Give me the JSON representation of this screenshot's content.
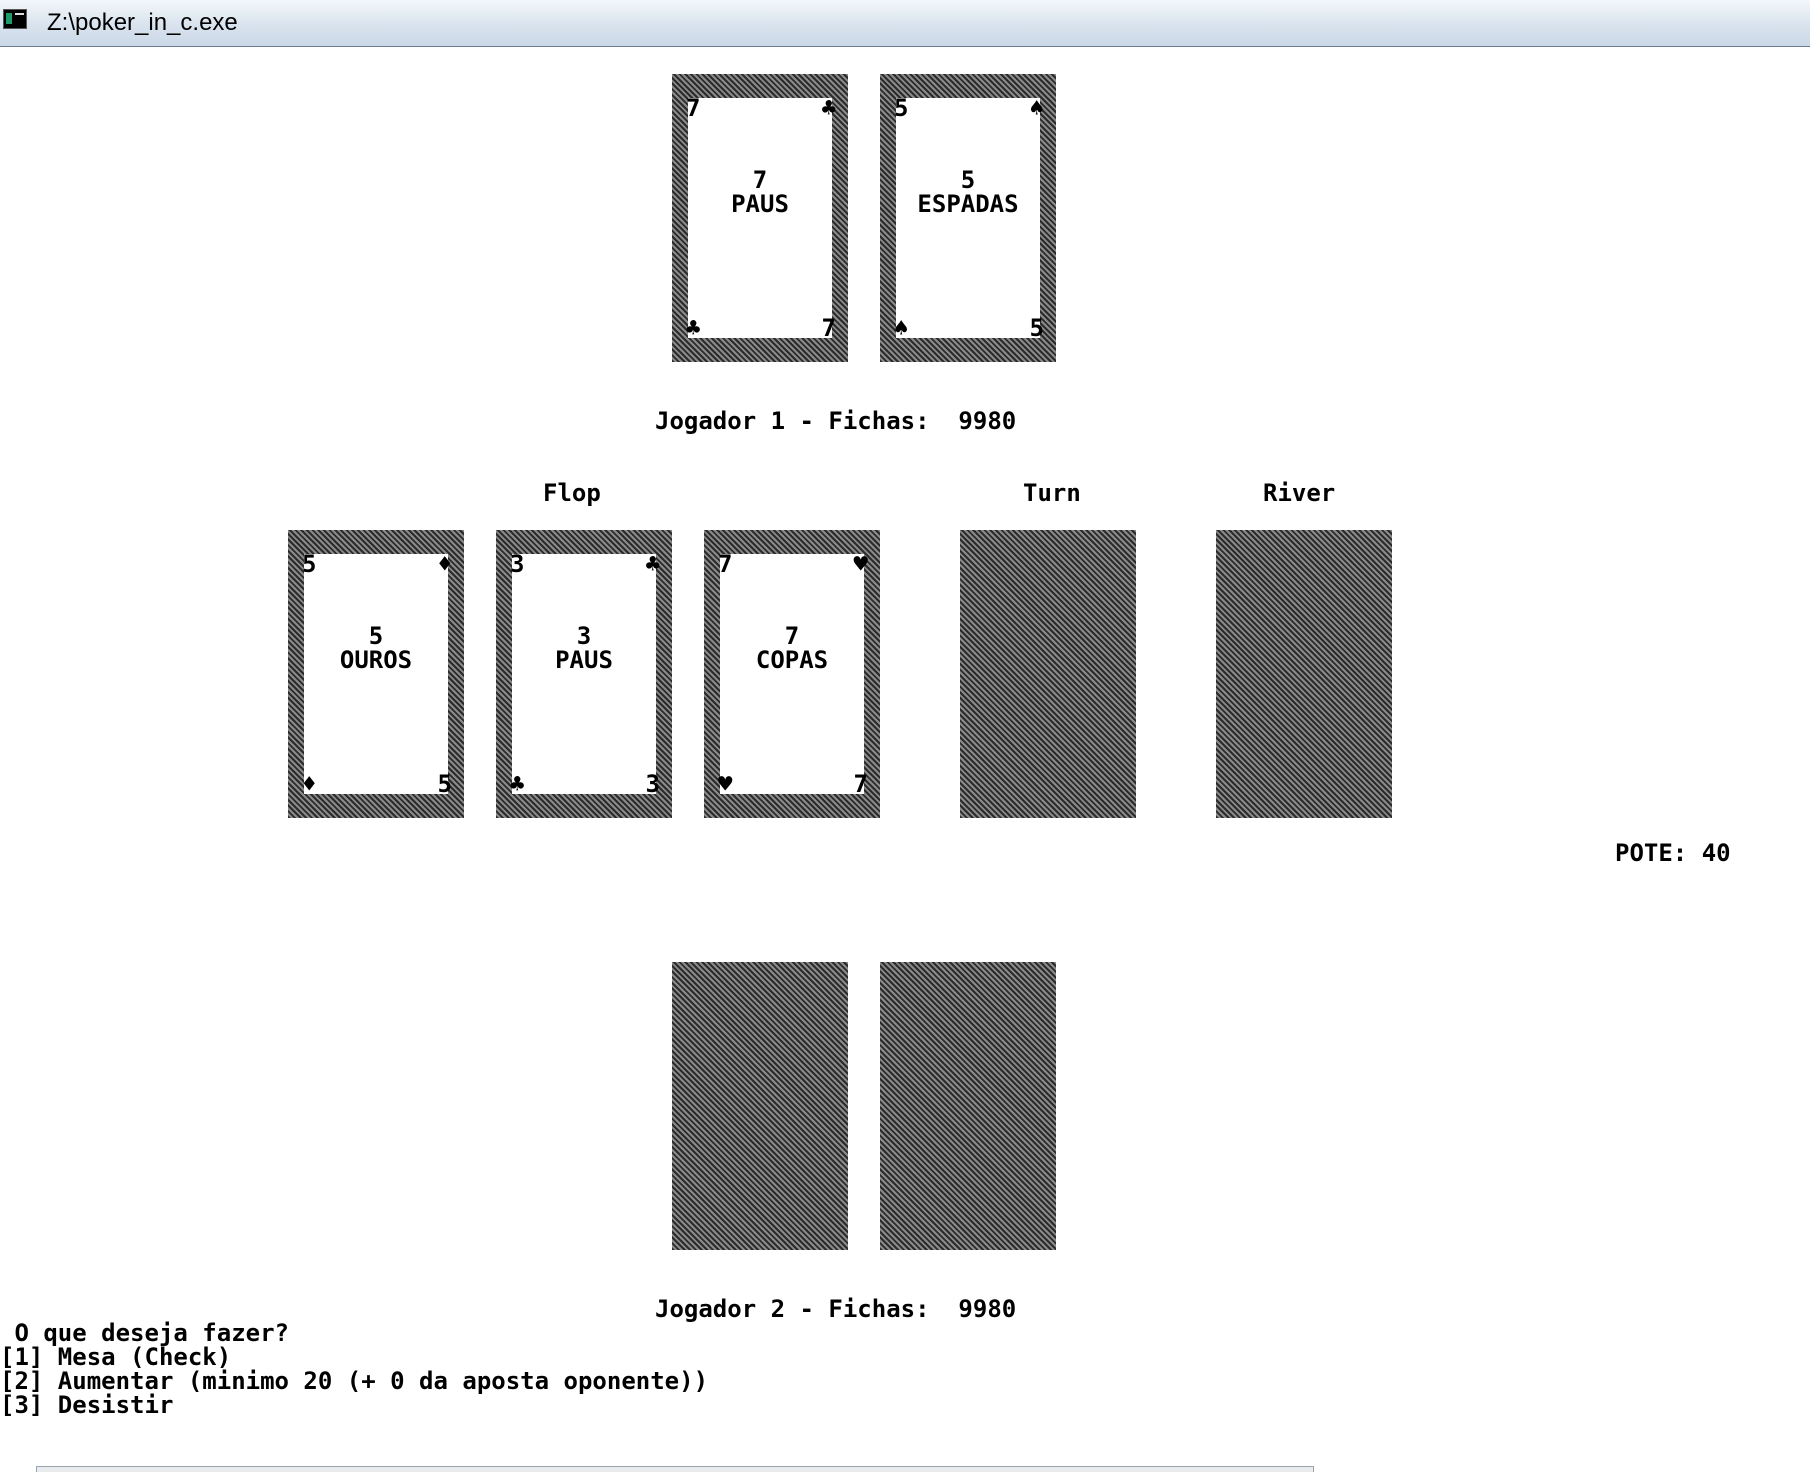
{
  "window": {
    "title": "Z:\\poker_in_c.exe"
  },
  "player1": {
    "label": "Jogador 1 - Fichas:  9980",
    "cards": [
      {
        "rank": "7",
        "suit_symbol": "♣",
        "suit_name": "PAUS"
      },
      {
        "rank": "5",
        "suit_symbol": "♠",
        "suit_name": "ESPADAS"
      }
    ]
  },
  "board": {
    "flop_label": "Flop",
    "turn_label": "Turn",
    "river_label": "River",
    "flop": [
      {
        "rank": "5",
        "suit_symbol": "♦",
        "suit_name": "OUROS"
      },
      {
        "rank": "3",
        "suit_symbol": "♣",
        "suit_name": "PAUS"
      },
      {
        "rank": "7",
        "suit_symbol": "♥",
        "suit_name": "COPAS"
      }
    ]
  },
  "pot": {
    "label": "POTE: 40"
  },
  "player2": {
    "label": "Jogador 2 - Fichas:  9980"
  },
  "prompt": {
    "question": " O que deseja fazer?",
    "options": [
      "[1] Mesa (Check)",
      "[2] Aumentar (minimo 20 (+ 0 da aposta oponente))",
      "[3] Desistir"
    ]
  }
}
